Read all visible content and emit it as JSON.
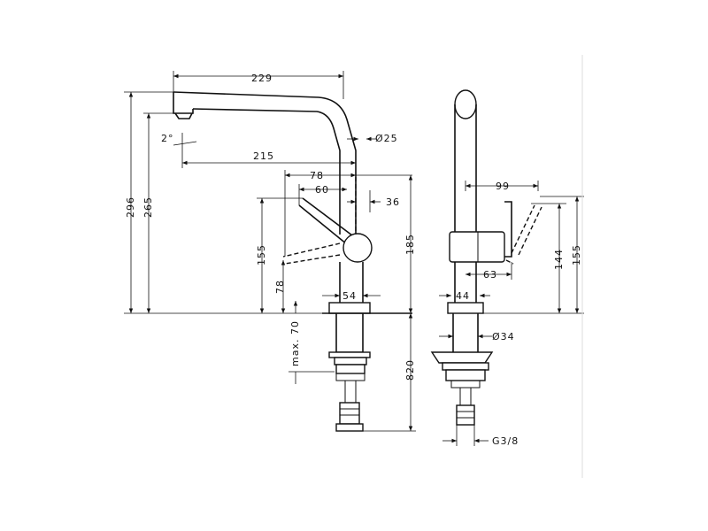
{
  "drawing": {
    "dimensions": {
      "d229": "229",
      "d215": "215",
      "d78a": "78",
      "d60": "60",
      "d36": "36",
      "d25": "Ø25",
      "d296": "296",
      "d265": "265",
      "d155a": "155",
      "d78b": "78",
      "d185": "185",
      "d54": "54",
      "dmax70": "max. 70",
      "d820": "820",
      "d2deg": "2°",
      "d99": "99",
      "d144": "144",
      "d155b": "155",
      "d63": "63",
      "d44": "44",
      "d34": "Ø34",
      "dG38": "G3/8"
    }
  }
}
